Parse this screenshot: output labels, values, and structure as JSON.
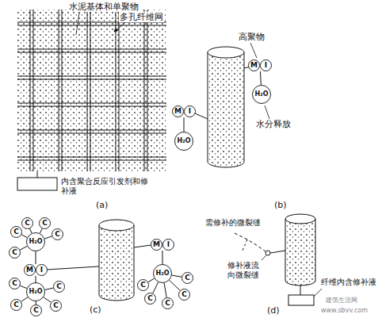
{
  "diagram": {
    "nodes": [
      {
        "text": [
          "M",
          "I"
        ]
      },
      {
        "text": [
          "H₂O"
        ]
      },
      {
        "text": [
          "M",
          "I"
        ]
      },
      {
        "text": [
          "H₂O"
        ]
      },
      {
        "text": [
          "H₂O"
        ]
      },
      {
        "text": [
          "M",
          "I"
        ]
      },
      {
        "text": [
          "H₂O"
        ]
      },
      {
        "text": [
          "M",
          "I"
        ]
      },
      {
        "text": [
          "H₂O"
        ]
      },
      {
        "text": [
          "C"
        ]
      },
      {
        "text": [
          "C"
        ]
      },
      {
        "text": [
          "C"
        ]
      },
      {
        "text": [
          "C"
        ]
      },
      {
        "text": [
          "C"
        ]
      },
      {
        "text": [
          "C"
        ]
      },
      {
        "text": [
          "C"
        ]
      },
      {
        "text": [
          "C"
        ]
      },
      {
        "text": [
          "C"
        ]
      },
      {
        "text": [
          "C"
        ]
      },
      {
        "text": [
          "C"
        ]
      },
      {
        "text": [
          "C"
        ]
      },
      {
        "text": [
          "C"
        ]
      },
      {
        "text": [
          "C"
        ]
      },
      {
        "text": [
          "C"
        ]
      }
    ],
    "edges": [
      {
        "from": 0,
        "to": 1,
        "arrow": "none"
      },
      {
        "from": 2,
        "to": 3,
        "arrow": "none"
      },
      {
        "from": 4,
        "to": 5,
        "arrow": "none"
      },
      {
        "from": 5,
        "to": 6,
        "arrow": "none"
      },
      {
        "from": 7,
        "to": 8,
        "arrow": "none"
      },
      {
        "from": 9,
        "to": 4,
        "arrow": "none"
      },
      {
        "from": 10,
        "to": 4,
        "arrow": "none"
      },
      {
        "from": 11,
        "to": 4,
        "arrow": "none"
      },
      {
        "from": 12,
        "to": 4,
        "arrow": "none"
      },
      {
        "from": 13,
        "to": 4,
        "arrow": "none"
      },
      {
        "from": 14,
        "to": 6,
        "arrow": "none"
      },
      {
        "from": 15,
        "to": 6,
        "arrow": "none"
      },
      {
        "from": 16,
        "to": 6,
        "arrow": "none"
      },
      {
        "from": 17,
        "to": 6,
        "arrow": "none"
      },
      {
        "from": 18,
        "to": 6,
        "arrow": "none"
      },
      {
        "from": 19,
        "to": 8,
        "arrow": "none"
      },
      {
        "from": 20,
        "to": 8,
        "arrow": "none"
      },
      {
        "from": 21,
        "to": 8,
        "arrow": "none"
      },
      {
        "from": 22,
        "to": 8,
        "arrow": "none"
      },
      {
        "from": 23,
        "to": 8,
        "arrow": "none"
      }
    ],
    "labels": [
      "水泥基体和单聚物",
      "多孔纤维网",
      "内含聚合反应引发剂和修补液",
      "(a)",
      "高聚物",
      "水分释放",
      "(b)",
      "(c)",
      "需修补的微裂缝",
      "修补液流向微裂缝",
      "纤维内含修补液",
      "(d)",
      "建筑生活网",
      "www.sbvv.com"
    ]
  }
}
